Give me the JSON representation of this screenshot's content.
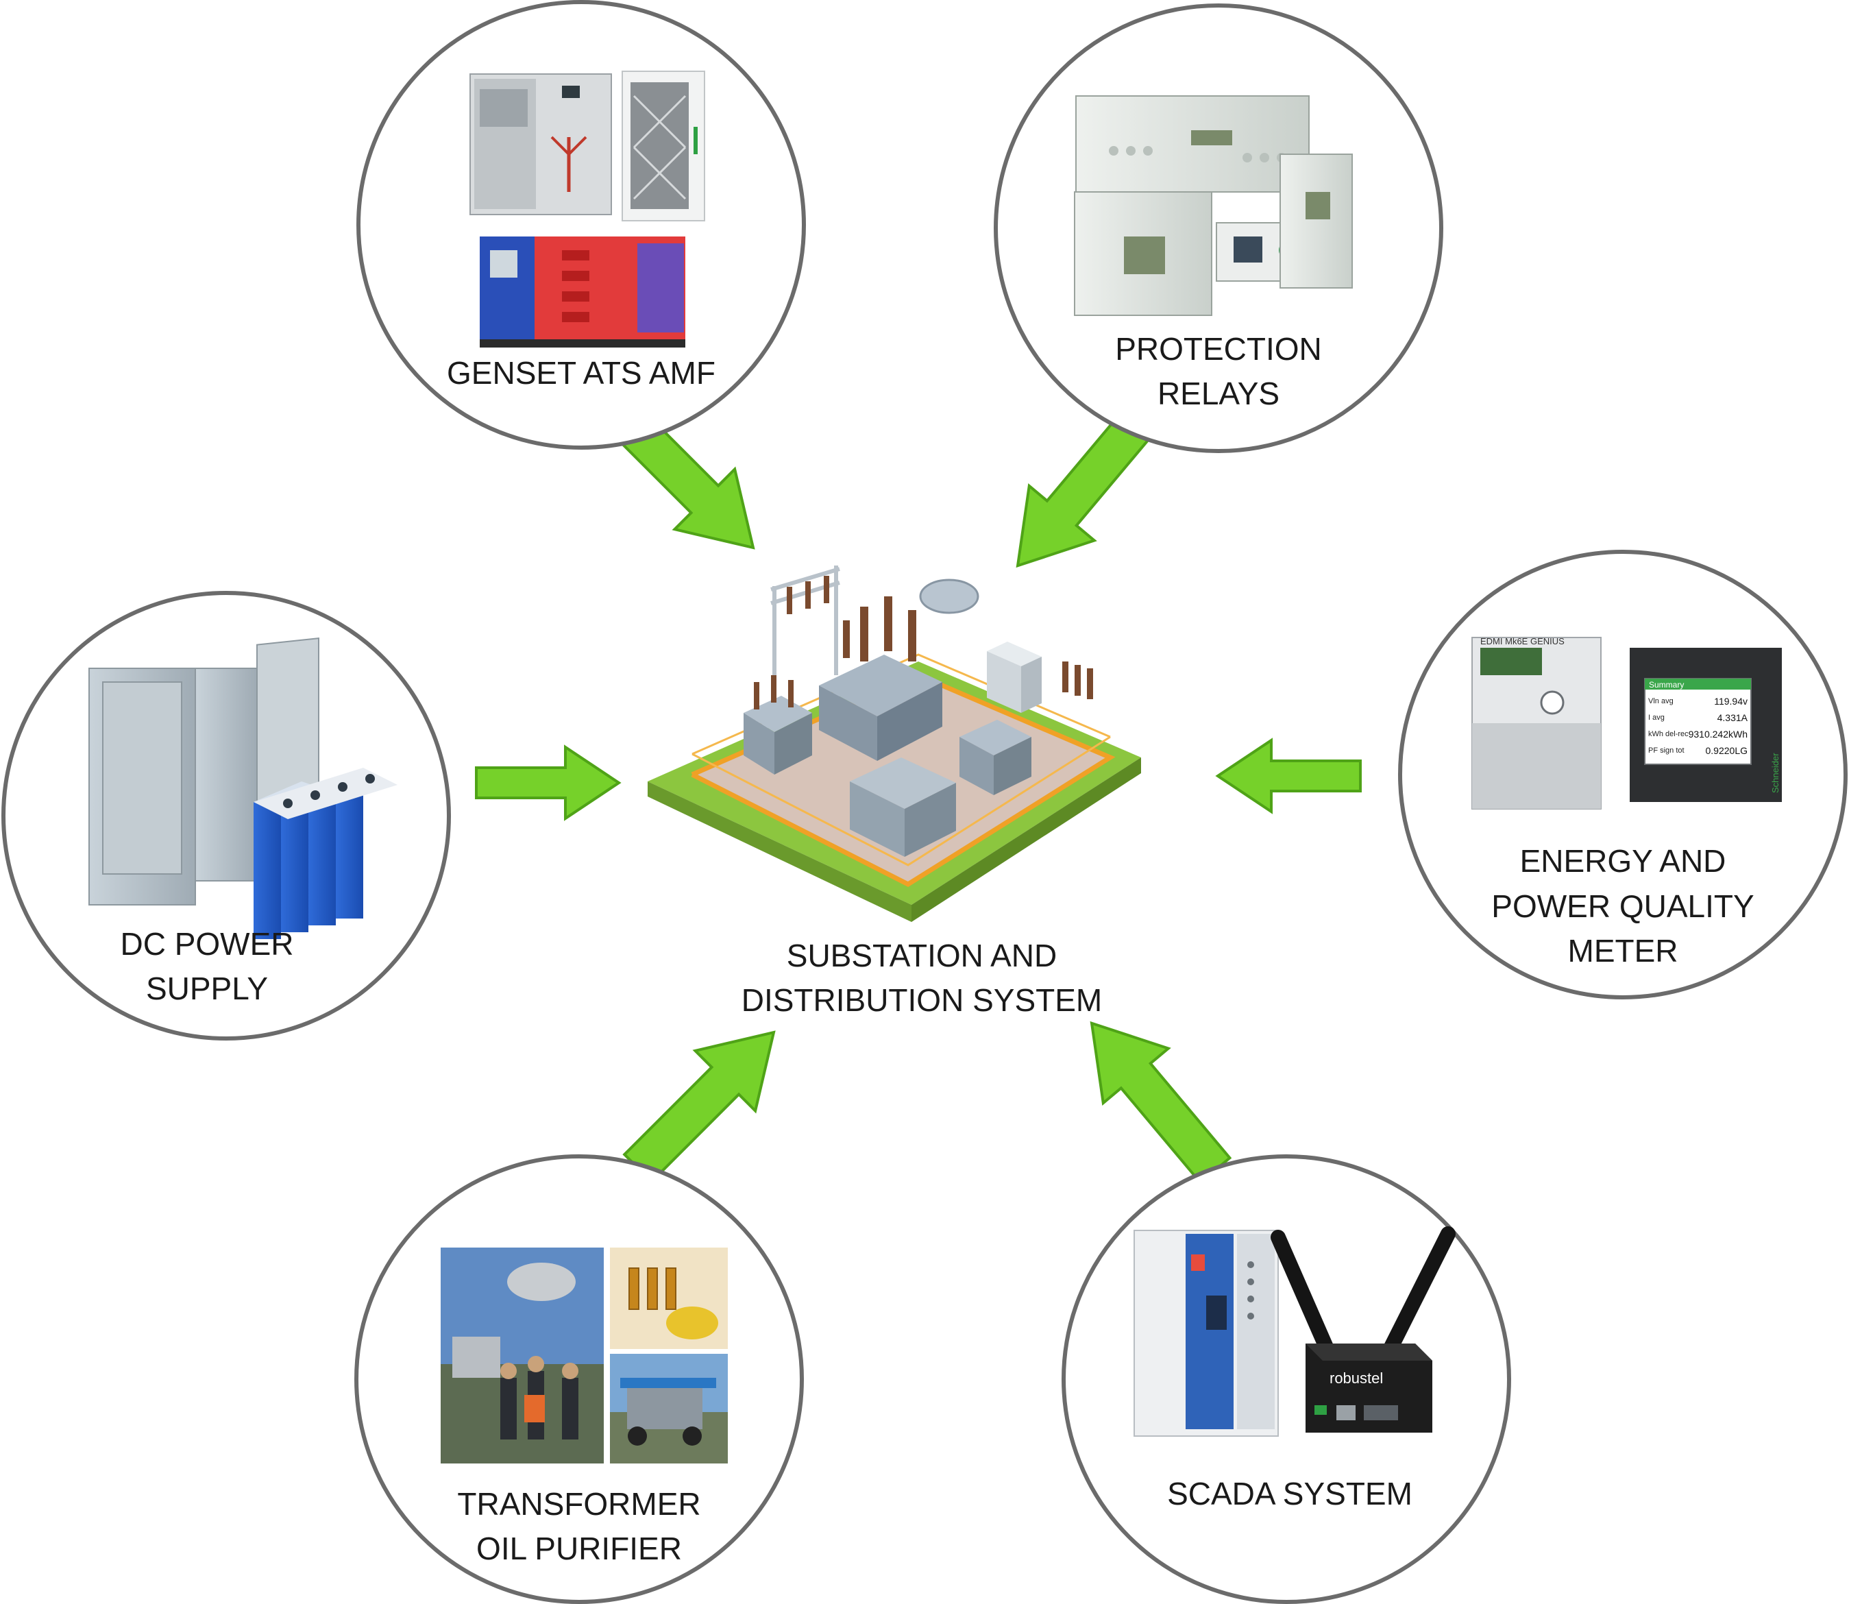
{
  "center": {
    "label_lines": [
      "SUBSTATION AND",
      "DISTRIBUTION SYSTEM"
    ]
  },
  "nodes": [
    {
      "id": "genset",
      "label_lines": [
        "GENSET ATS AMF"
      ]
    },
    {
      "id": "relays",
      "label_lines": [
        "PROTECTION",
        "RELAYS"
      ]
    },
    {
      "id": "dc",
      "label_lines": [
        "DC POWER",
        "SUPPLY"
      ]
    },
    {
      "id": "meter",
      "label_lines": [
        "ENERGY AND",
        "POWER QUALITY",
        "METER"
      ]
    },
    {
      "id": "oil",
      "label_lines": [
        "TRANSFORMER",
        "OIL PURIFIER"
      ]
    },
    {
      "id": "scada",
      "label_lines": [
        "SCADA SYSTEM"
      ]
    }
  ],
  "equipment_text": {
    "meter_brand": "EDMI  Mk6E GENIUS",
    "meter_readings": [
      "119.94v",
      "4.331A",
      "9310.242kWh",
      "0.9220LG"
    ],
    "meter_row_labels": [
      "Vln avg",
      "I avg",
      "kWh del-rec",
      "PF sign tot"
    ],
    "meter_screen_title": "Summary",
    "schneider": "Schneider",
    "router_brand": "robustel"
  },
  "colors": {
    "arrow": "#76d12a",
    "circle_stroke": "#6b6b6b"
  }
}
